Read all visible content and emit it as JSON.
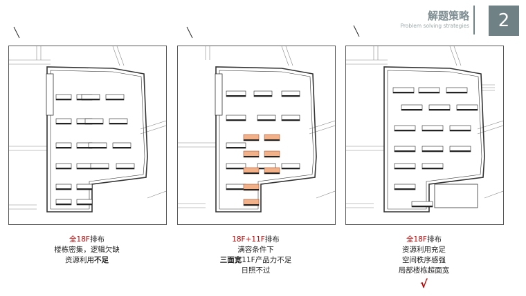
{
  "header": {
    "title": "解题策略",
    "subtitle": "Problem solving strategies",
    "number": "2"
  },
  "colors": {
    "accent": "#6f8185",
    "highlight": "#c00000",
    "orange_blocks": "#f2b189"
  },
  "panels": [
    {
      "caption_line1_red": "全18F",
      "caption_line1_rest": "排布",
      "caption_line2": "楼栋密集，逻辑欠缺",
      "caption_line3_normal": "资源利用",
      "caption_line3_bold": "不足"
    },
    {
      "caption_line1_red": "18F+11F",
      "caption_line1_rest": "排布",
      "caption_line2": "满容条件下",
      "caption_line3_bold": "三面宽",
      "caption_line3_normal": "11F产品力不足",
      "caption_line4": "日照不过"
    },
    {
      "caption_line1_red": "全18F",
      "caption_line1_rest": "排布",
      "caption_line2": "资源利用充足",
      "caption_line3": "空间秩序感强",
      "caption_line4": "局部楼栋超面宽",
      "check": "√"
    }
  ]
}
